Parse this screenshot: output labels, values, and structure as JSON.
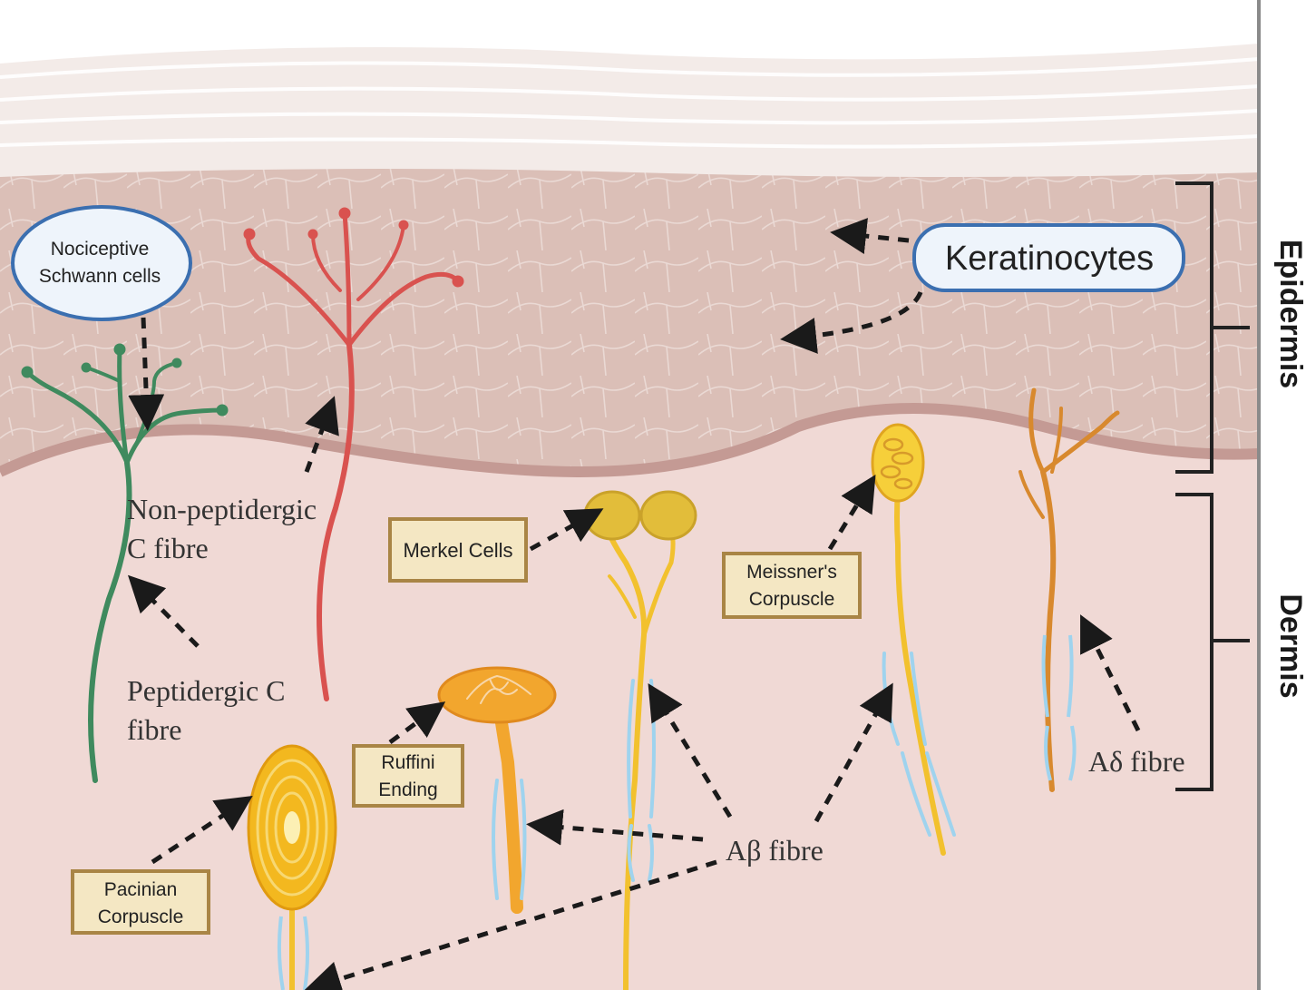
{
  "labels": {
    "nociceptive_schwann_line1": "Nociceptive",
    "nociceptive_schwann_line2": "Schwann cells",
    "keratinocytes": "Keratinocytes",
    "non_peptidergic_line1": "Non-peptidergic",
    "non_peptidergic_line2": "C fibre",
    "peptidergic_line1": "Peptidergic C",
    "peptidergic_line2": "fibre",
    "merkel_cells": "Merkel Cells",
    "meissner_line1": "Meissner's",
    "meissner_line2": "Corpuscle",
    "ruffini_line1": "Ruffini",
    "ruffini_line2": "Ending",
    "pacinian_line1": "Pacinian",
    "pacinian_line2": "Corpuscle",
    "a_beta_fibre": "Aβ fibre",
    "a_delta_fibre": "Aδ fibre",
    "epidermis": "Epidermis",
    "dermis": "Dermis"
  },
  "colors": {
    "stratum_corneum": "#f3ebe8",
    "epidermis": "#dbbfb7",
    "basal_layer": "#d2aaa4",
    "dermis": "#f0d9d5",
    "green_fibre": "#3f8a5e",
    "red_fibre": "#d9524f",
    "yellow_fibre": "#f2c12e",
    "orange_fibre": "#d8892e",
    "myelin": "#9fd3ee",
    "label_box_fill": "#f4e7c3",
    "label_box_border": "#a98545",
    "oval_border": "#3b6fb0",
    "oval_fill": "#eef4fb"
  }
}
